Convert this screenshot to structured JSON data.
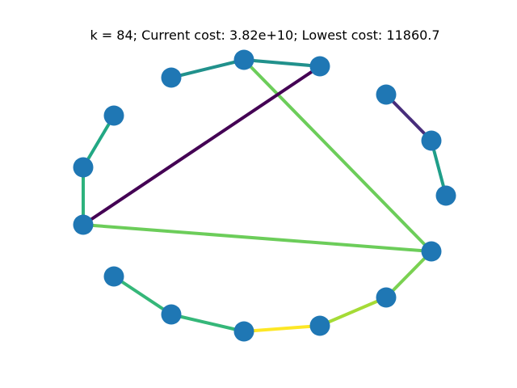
{
  "figure": {
    "title": "k = 84; Current cost: 3.82e+10; Lowest cost: 11860.7",
    "node_color": "#1f77b4",
    "colormap": "viridis"
  },
  "graph": {
    "node_count": 15,
    "edges": [
      {
        "from": 4,
        "to": 1,
        "color": "#21918c"
      },
      {
        "from": 1,
        "to": 2,
        "color": "#21918c"
      },
      {
        "from": 1,
        "to": 13,
        "color": "#6ccd5a"
      },
      {
        "from": 2,
        "to": 7,
        "color": "#440154"
      },
      {
        "from": 5,
        "to": 6,
        "color": "#22a884"
      },
      {
        "from": 6,
        "to": 7,
        "color": "#2db27d"
      },
      {
        "from": 7,
        "to": 13,
        "color": "#6ccd5a"
      },
      {
        "from": 3,
        "to": 14,
        "color": "#472d7b"
      },
      {
        "from": 14,
        "to": 0,
        "color": "#1f9e89"
      },
      {
        "from": 13,
        "to": 12,
        "color": "#7ad151"
      },
      {
        "from": 12,
        "to": 11,
        "color": "#a5db36"
      },
      {
        "from": 11,
        "to": 10,
        "color": "#fde725"
      },
      {
        "from": 10,
        "to": 9,
        "color": "#35b779"
      },
      {
        "from": 9,
        "to": 8,
        "color": "#35b779"
      }
    ]
  }
}
